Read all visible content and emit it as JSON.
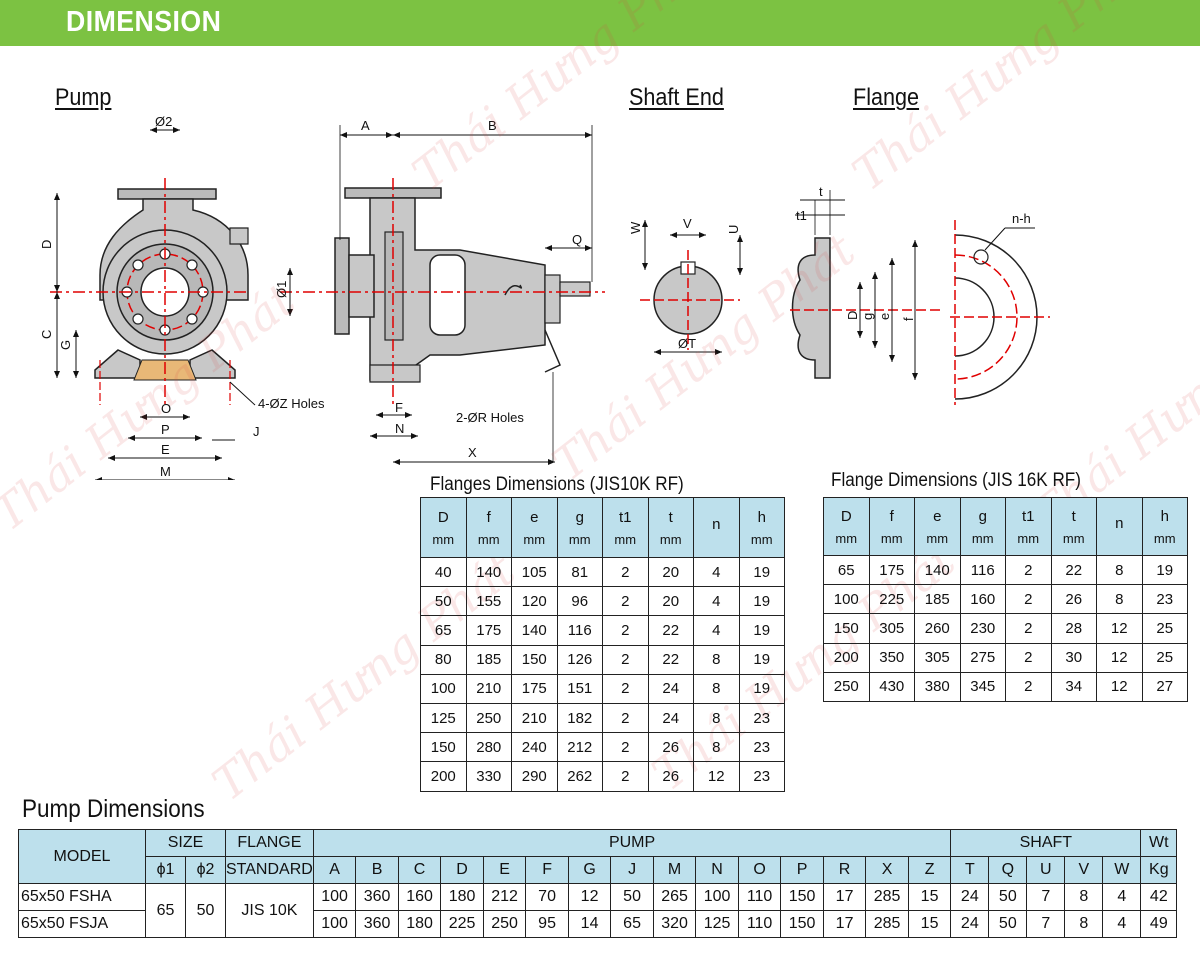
{
  "header": {
    "title": "DIMENSION",
    "accent": "#7cc242",
    "table_header_bg": "#bde0ec"
  },
  "sections": {
    "pump": "Pump",
    "shaft_end": "Shaft End",
    "flange": "Flange"
  },
  "drawing_labels": {
    "phi2": "Ø2",
    "phi1": "Ø1",
    "D": "D",
    "C": "C",
    "G": "G",
    "O": "O",
    "P": "P",
    "E": "E",
    "M": "M",
    "J": "J",
    "z_holes": "4-ØZ Holes",
    "A": "A",
    "B": "B",
    "Q": "Q",
    "F": "F",
    "N": "N",
    "X": "X",
    "r_holes": "2-ØR Holes",
    "W": "W",
    "V": "V",
    "U": "U",
    "T": "ØT",
    "t": "t",
    "t1": "t1",
    "fD": "D",
    "fg": "g",
    "fe": "e",
    "ff": "f",
    "nh": "n-h"
  },
  "watermark": "Thái Hưng Phát",
  "flanges_10k": {
    "caption": "Flanges Dimensions (JIS10K RF)",
    "headers": [
      [
        "D",
        "mm"
      ],
      [
        "f",
        "mm"
      ],
      [
        "e",
        "mm"
      ],
      [
        "g",
        "mm"
      ],
      [
        "t1",
        "mm"
      ],
      [
        "t",
        "mm"
      ],
      [
        "n",
        ""
      ],
      [
        "h",
        "mm"
      ]
    ],
    "rows": [
      [
        "40",
        "140",
        "105",
        "81",
        "2",
        "20",
        "4",
        "19"
      ],
      [
        "50",
        "155",
        "120",
        "96",
        "2",
        "20",
        "4",
        "19"
      ],
      [
        "65",
        "175",
        "140",
        "116",
        "2",
        "22",
        "4",
        "19"
      ],
      [
        "80",
        "185",
        "150",
        "126",
        "2",
        "22",
        "8",
        "19"
      ],
      [
        "100",
        "210",
        "175",
        "151",
        "2",
        "24",
        "8",
        "19"
      ],
      [
        "125",
        "250",
        "210",
        "182",
        "2",
        "24",
        "8",
        "23"
      ],
      [
        "150",
        "280",
        "240",
        "212",
        "2",
        "26",
        "8",
        "23"
      ],
      [
        "200",
        "330",
        "290",
        "262",
        "2",
        "26",
        "12",
        "23"
      ]
    ]
  },
  "flanges_16k": {
    "caption": "Flange Dimensions (JIS 16K RF)",
    "headers": [
      [
        "D",
        "mm"
      ],
      [
        "f",
        "mm"
      ],
      [
        "e",
        "mm"
      ],
      [
        "g",
        "mm"
      ],
      [
        "t1",
        "mm"
      ],
      [
        "t",
        "mm"
      ],
      [
        "n",
        ""
      ],
      [
        "h",
        "mm"
      ]
    ],
    "rows": [
      [
        "65",
        "175",
        "140",
        "116",
        "2",
        "22",
        "8",
        "19"
      ],
      [
        "100",
        "225",
        "185",
        "160",
        "2",
        "26",
        "8",
        "23"
      ],
      [
        "150",
        "305",
        "260",
        "230",
        "2",
        "28",
        "12",
        "25"
      ],
      [
        "200",
        "350",
        "305",
        "275",
        "2",
        "30",
        "12",
        "25"
      ],
      [
        "250",
        "430",
        "380",
        "345",
        "2",
        "34",
        "12",
        "27"
      ]
    ]
  },
  "pump_dimensions": {
    "caption": "Pump Dimensions",
    "model_header": "MODEL",
    "size_header": "SIZE",
    "flange_header": "FLANGE",
    "standard_header": "STANDARD",
    "pump_header": "PUMP",
    "shaft_header": "SHAFT",
    "wt_header": "Wt",
    "size_cols": [
      "ϕ1",
      "ϕ2"
    ],
    "pump_cols": [
      "A",
      "B",
      "C",
      "D",
      "E",
      "F",
      "G",
      "J",
      "M",
      "N",
      "O",
      "P",
      "R",
      "X",
      "Z"
    ],
    "shaft_cols": [
      "T",
      "Q",
      "U",
      "V",
      "W"
    ],
    "wt_unit": "Kg",
    "shared": {
      "phi1": "65",
      "phi2": "50",
      "standard": "JIS 10K"
    },
    "rows": [
      {
        "model": "65x50 FSHA",
        "pump": [
          "100",
          "360",
          "160",
          "180",
          "212",
          "70",
          "12",
          "50",
          "265",
          "100",
          "110",
          "150",
          "17",
          "285",
          "15"
        ],
        "shaft": [
          "24",
          "50",
          "7",
          "8",
          "4"
        ],
        "wt": "42"
      },
      {
        "model": "65x50 FSJA",
        "pump": [
          "100",
          "360",
          "180",
          "225",
          "250",
          "95",
          "14",
          "65",
          "320",
          "125",
          "110",
          "150",
          "17",
          "285",
          "15"
        ],
        "shaft": [
          "24",
          "50",
          "7",
          "8",
          "4"
        ],
        "wt": "49"
      }
    ]
  }
}
